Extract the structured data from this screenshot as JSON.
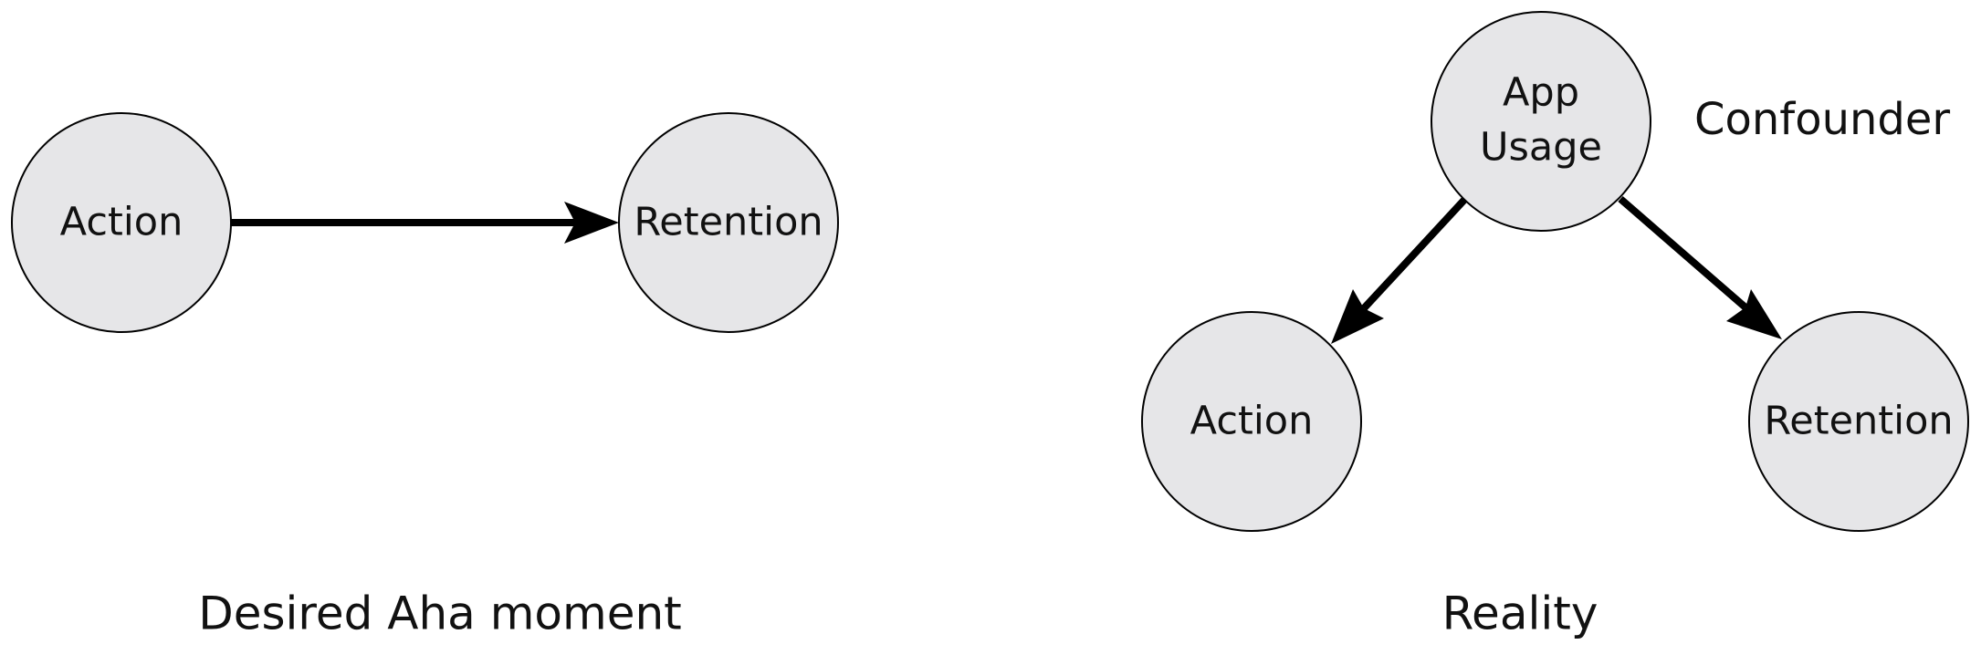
{
  "left_diagram": {
    "nodes": {
      "action": {
        "label": "Action"
      },
      "retention": {
        "label": "Retention"
      }
    },
    "caption": "Desired Aha moment"
  },
  "right_diagram": {
    "nodes": {
      "app_usage": {
        "label_line1": "App",
        "label_line2": "Usage"
      },
      "action": {
        "label": "Action"
      },
      "retention": {
        "label": "Retention"
      }
    },
    "confounder_label": "Confounder",
    "caption": "Reality"
  },
  "colors": {
    "node_fill": "#e6e6e8",
    "stroke": "#000000",
    "text": "#111111"
  }
}
